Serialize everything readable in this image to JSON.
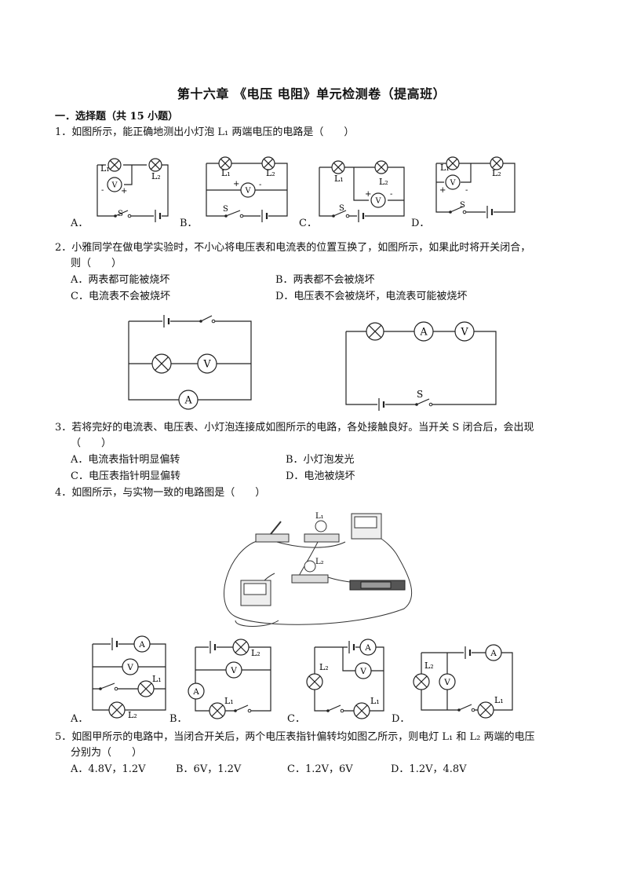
{
  "title": "第十六章 《电压 电阻》单元检测卷（提高班）",
  "section": "一．选择题（共 15 小题）",
  "q1": {
    "stem": "1．如图所示，能正确地测出小灯泡 L₁ 两端电压的电路是（　　）",
    "labels": [
      "A．",
      "B．",
      "C．",
      "D．"
    ]
  },
  "q2": {
    "stem1": "2．小雅同学在做电学实验时，不小心将电压表和电流表的位置互换了，如图所示，如果此时将开关闭合，",
    "stem2": "则（　　）",
    "optA": "A．两表都可能被烧坏",
    "optB": "B．两表都不会被烧坏",
    "optC": "C．电流表不会被烧坏",
    "optD": "D．电压表不会被烧坏，电流表可能被烧坏"
  },
  "q3": {
    "stem1": "3．若将完好的电流表、电压表、小灯泡连接成如图所示的电路，各处接触良好。当开关 S 闭合后，会出现",
    "stem2": "（　　）",
    "optA": "A．电流表指针明显偏转",
    "optB": "B．小灯泡发光",
    "optC": "C．电压表指针明显偏转",
    "optD": "D．电池被烧坏"
  },
  "q4": {
    "stem": "4．如图所示，与实物一致的电路图是（　　）",
    "labels": [
      "A．",
      "B．",
      "C．",
      "D．"
    ]
  },
  "q5": {
    "stem1": "5．如图甲所示的电路中，当闭合开关后，两个电压表指针偏转均如图乙所示，则电灯 L₁ 和 L₂ 两端的电压",
    "stem2": "分别为（　　）",
    "optA": "A．4.8V，1.2V",
    "optB": "B．6V，1.2V",
    "optC": "C．1.2V，6V",
    "optD": "D．1.2V，4.8V"
  },
  "diagram_labels": {
    "L1": "L₁",
    "L2": "L₂",
    "S": "S",
    "V": "V",
    "A": "A",
    "plus": "+",
    "minus": "-"
  }
}
